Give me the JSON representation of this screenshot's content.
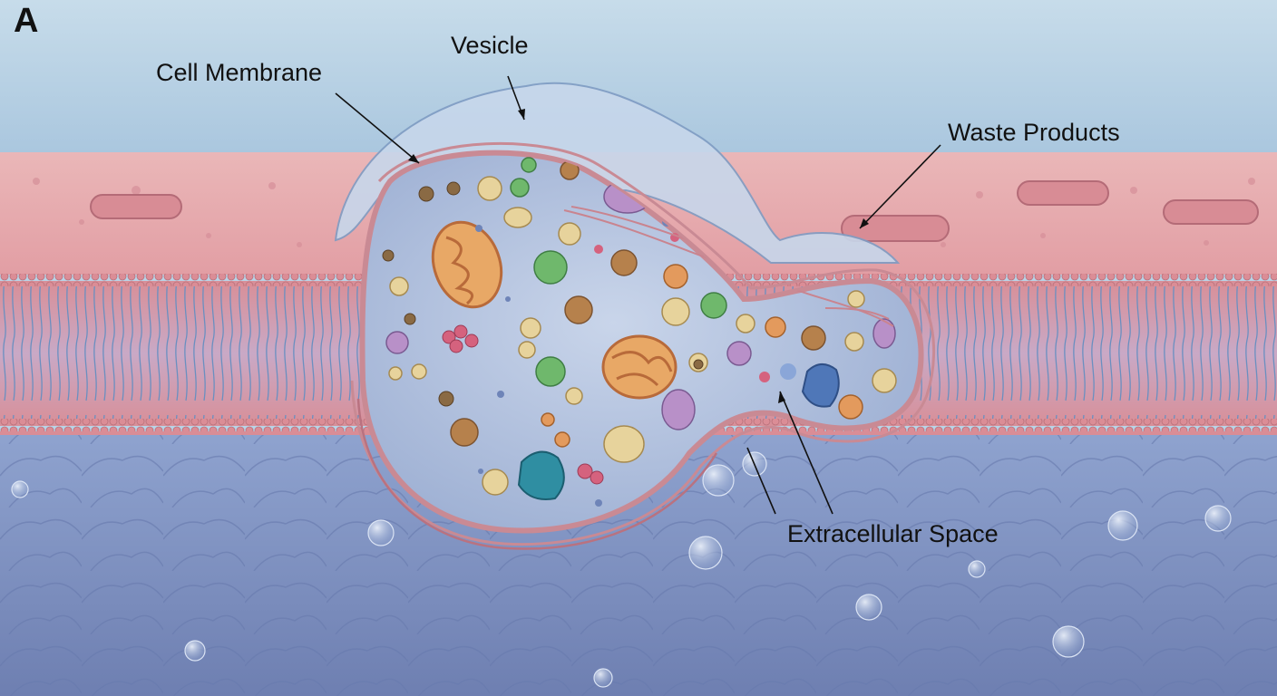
{
  "panel_letter": "A",
  "labels": {
    "cell_membrane": "Cell Membrane",
    "vesicle": "Vesicle",
    "waste_products": "Waste Products",
    "extracellular_space": "Extracellular Space"
  },
  "colors": {
    "sky": "#b9d3e6",
    "tissue": "#e6a9ad",
    "membrane_heads": "#d98a92",
    "membrane_tails": "#6f93bf",
    "extracellular": "#7d8fbf",
    "vesicle_fill": "#b8c6de",
    "vesicle_rim": "#c98a94"
  }
}
